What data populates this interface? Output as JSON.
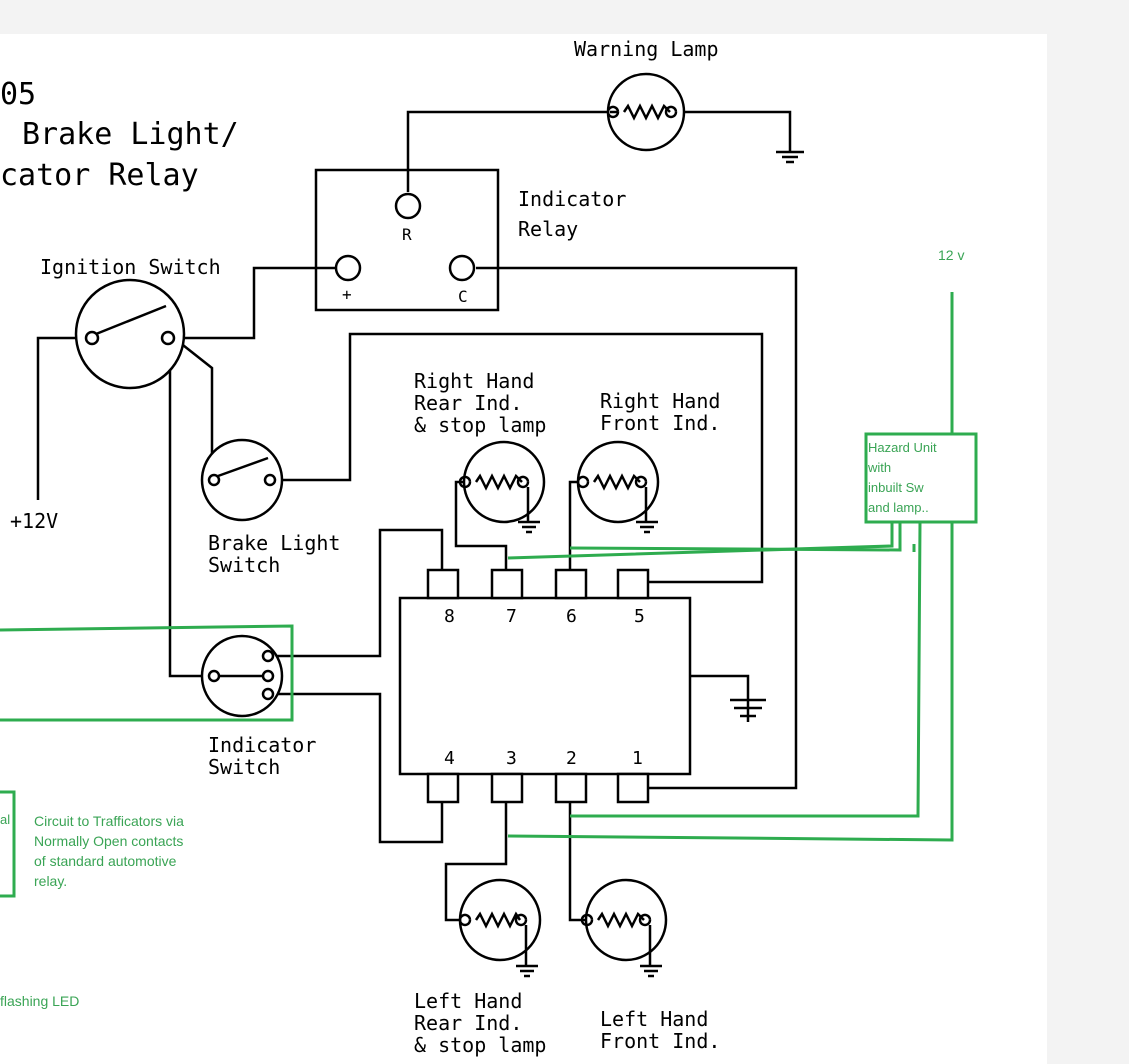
{
  "title": {
    "line1": "05",
    "line2": "Brake Light/",
    "line3": "cator Relay"
  },
  "labels": {
    "warning_lamp": "Warning Lamp",
    "indicator_relay_1": "Indicator",
    "indicator_relay_2": "Relay",
    "relay_r": "R",
    "relay_plus": "+",
    "relay_c": "C",
    "ignition_switch": "Ignition Switch",
    "plus12v": "+12V",
    "brake_switch_1": "Brake Light",
    "brake_switch_2": "Switch",
    "rh_rear_1": "Right Hand",
    "rh_rear_2": "Rear Ind.",
    "rh_rear_3": "& stop lamp",
    "rh_front_1": "Right Hand",
    "rh_front_2": "Front Ind.",
    "indicator_switch_1": "Indicator",
    "indicator_switch_2": "Switch",
    "lh_rear_1": "Left Hand",
    "lh_rear_2": "Rear Ind.",
    "lh_rear_3": "& stop lamp",
    "lh_front_1": "Left Hand",
    "lh_front_2": "Front Ind."
  },
  "relay_pins": {
    "top": [
      "8",
      "7",
      "6",
      "5"
    ],
    "bottom": [
      "4",
      "3",
      "2",
      "1"
    ]
  },
  "annotations": {
    "v12": "12 v",
    "hazard_1": "Hazard Unit",
    "hazard_2": "with",
    "hazard_3": "inbuilt Sw",
    "hazard_4": "and lamp..",
    "left_box_fragment": "al",
    "trafficator_1": "Circuit to Trafficators via",
    "trafficator_2": "Normally Open contacts",
    "trafficator_3": "of standard automotive",
    "trafficator_4": "relay.",
    "flashing_led": "flashing LED"
  },
  "colors": {
    "annotation_green": "#2eac4f",
    "wire": "#000000",
    "background": "#f3f3f3",
    "sheet": "#ffffff"
  }
}
